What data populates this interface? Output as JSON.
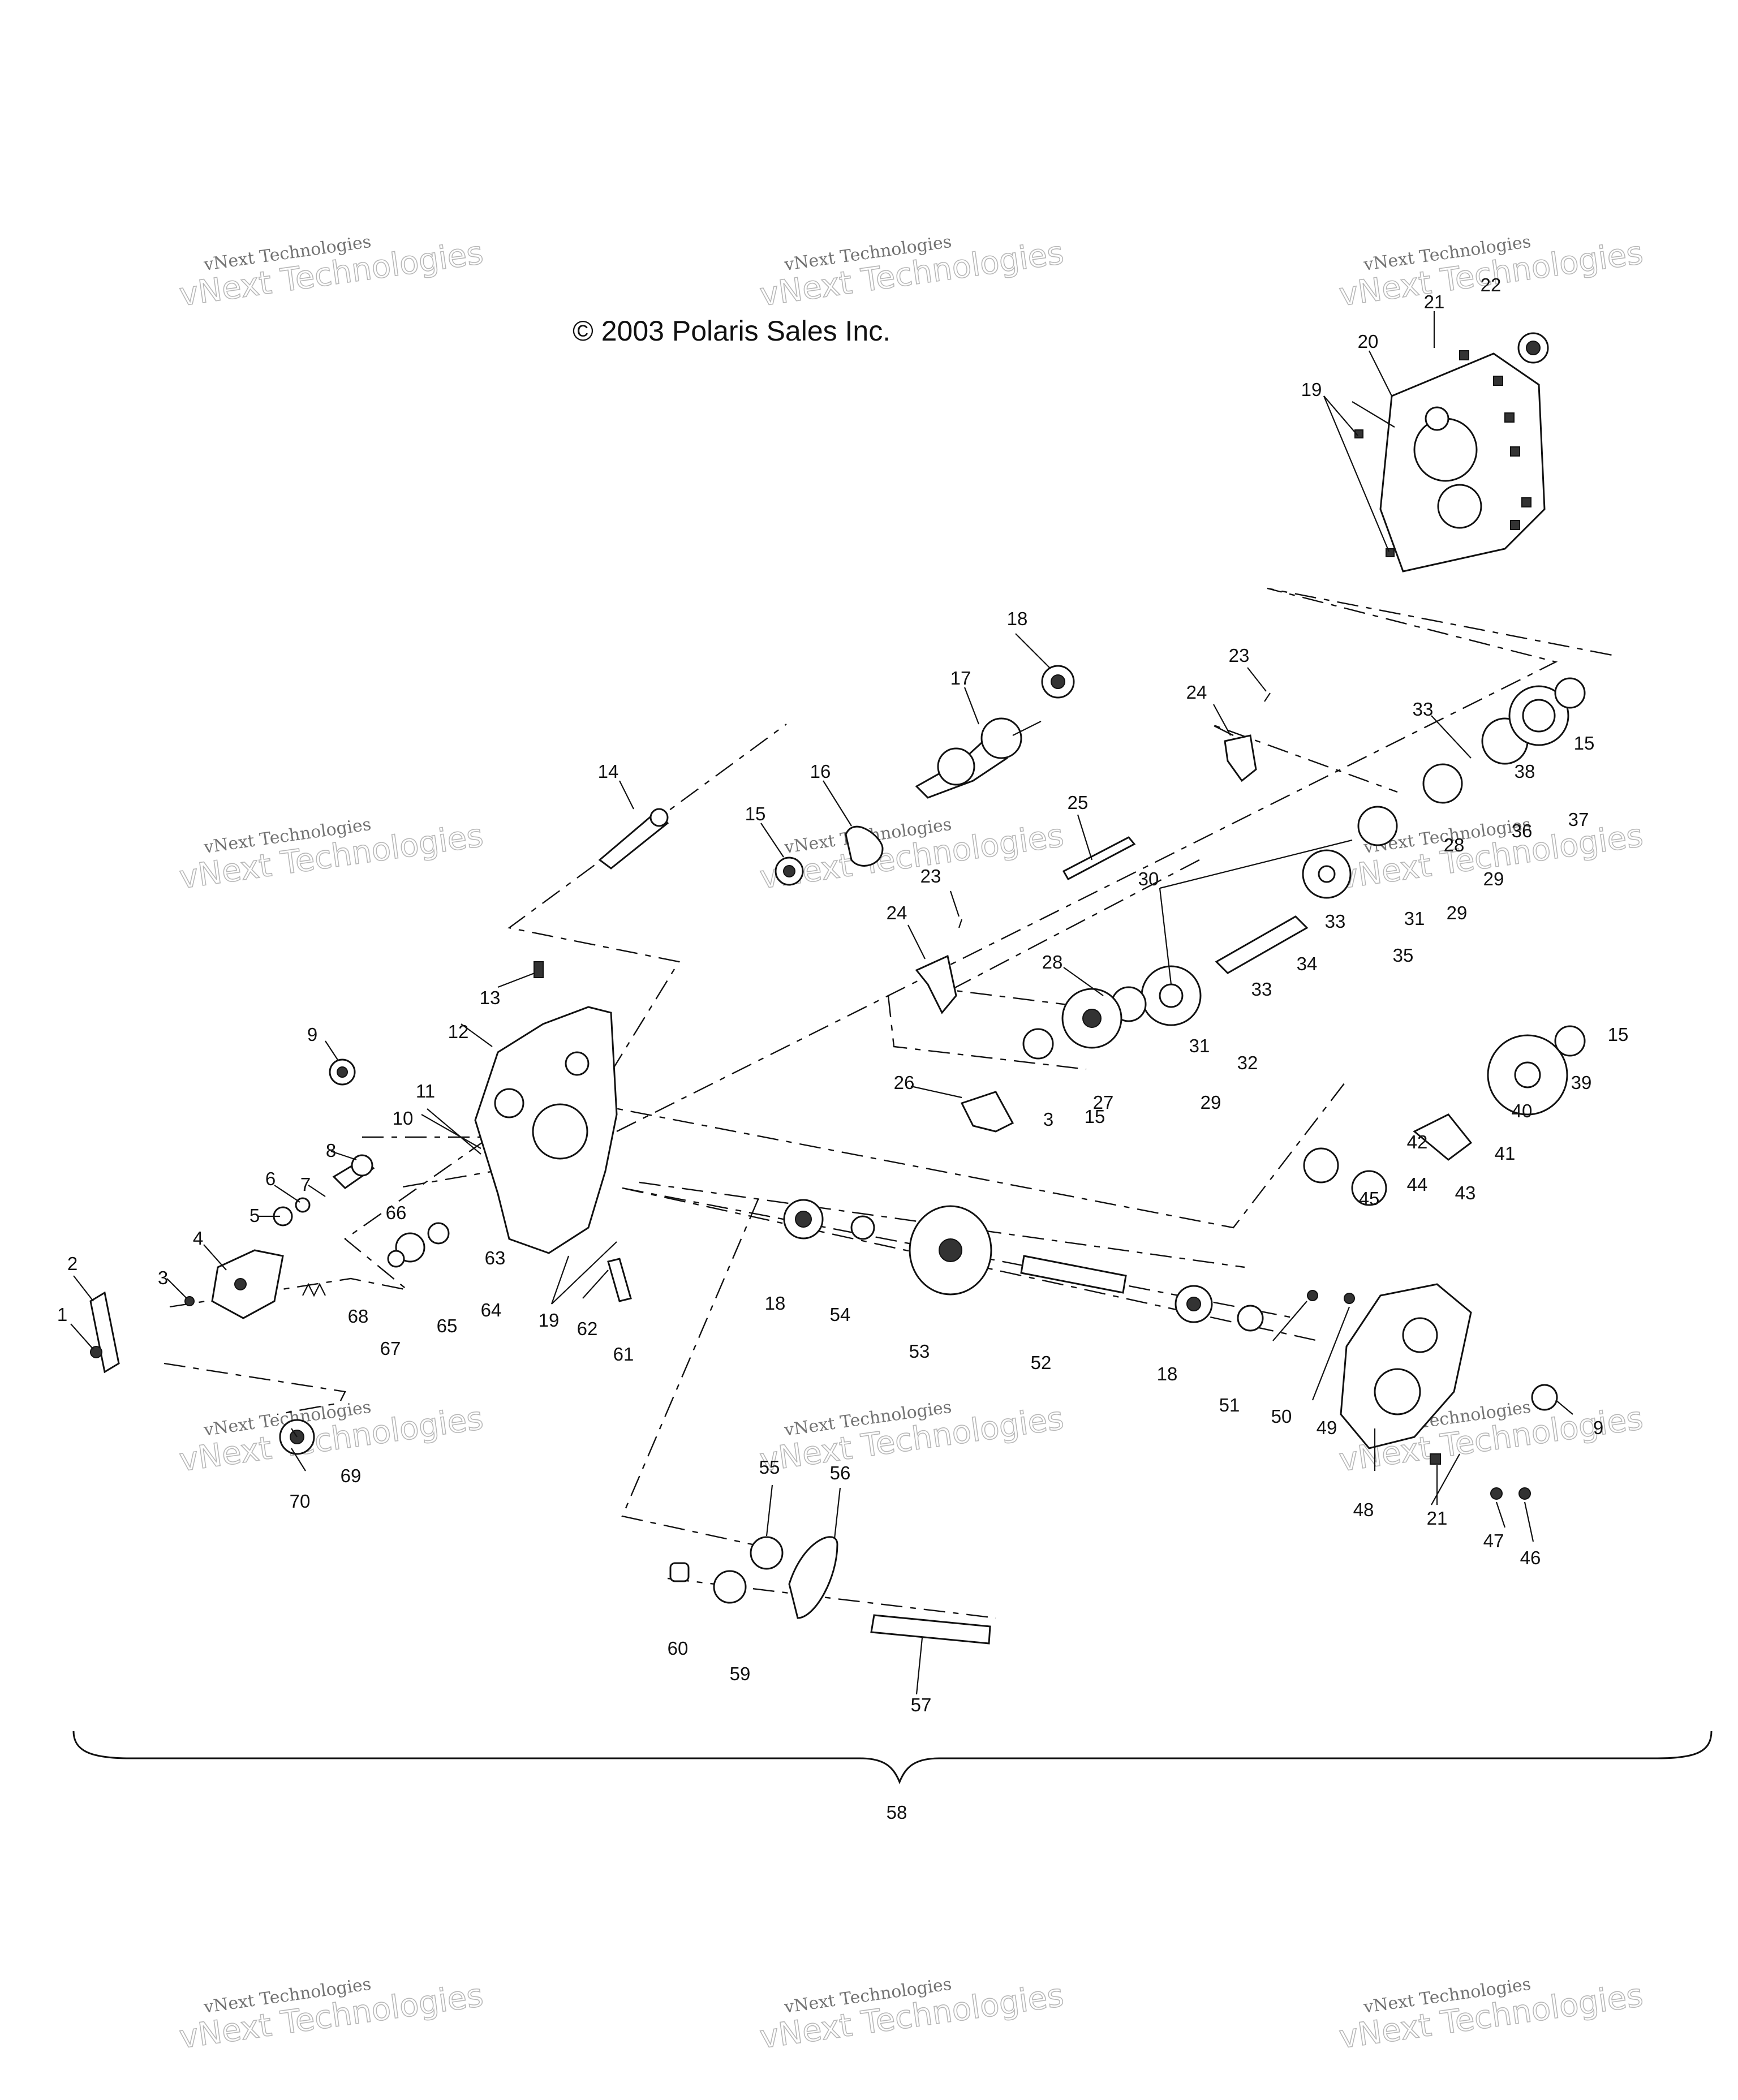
{
  "copyright": "© 2003 Polaris Sales Inc.",
  "watermark": {
    "line1": "vNext Technologies",
    "line2": "vNext Technologies"
  },
  "callouts": [
    "1",
    "2",
    "3",
    "4",
    "5",
    "6",
    "7",
    "8",
    "9",
    "10",
    "11",
    "12",
    "13",
    "14",
    "15",
    "16",
    "17",
    "18",
    "19",
    "20",
    "21",
    "22",
    "23",
    "24",
    "25",
    "26",
    "27",
    "28",
    "29",
    "30",
    "31",
    "32",
    "33",
    "34",
    "35",
    "36",
    "37",
    "38",
    "39",
    "40",
    "41",
    "42",
    "43",
    "44",
    "45",
    "46",
    "47",
    "48",
    "49",
    "50",
    "51",
    "52",
    "53",
    "54",
    "55",
    "56",
    "57",
    "58",
    "59",
    "60",
    "61",
    "62",
    "63",
    "64",
    "65",
    "66",
    "67",
    "68",
    "69",
    "70"
  ],
  "assembly_label": "58"
}
